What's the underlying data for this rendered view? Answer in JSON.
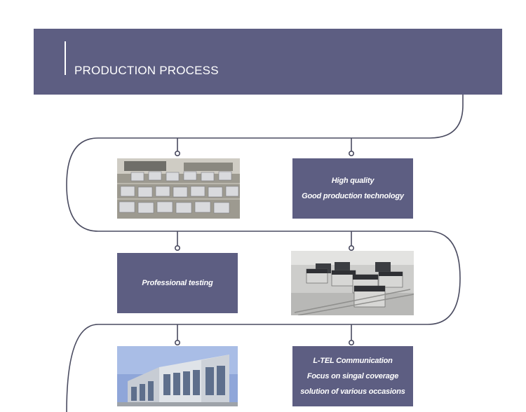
{
  "header": {
    "title": "PRODUCTION PROCESS"
  },
  "steps": [
    {
      "caption_lines": [
        "High quality",
        "Good production technology"
      ]
    },
    {
      "caption_lines": [
        "Professional testing"
      ]
    },
    {
      "caption_lines": [
        "L-TEL  Communication",
        "Focus on  singal coverage",
        "solution of various occasions"
      ]
    }
  ],
  "images": [
    {
      "name": "production-line-photo"
    },
    {
      "name": "testing-equipment-photo"
    },
    {
      "name": "factory-building-photo"
    }
  ],
  "colors": {
    "accent": "#5d5e82",
    "line": "#4a4b60",
    "background": "#ffffff"
  }
}
